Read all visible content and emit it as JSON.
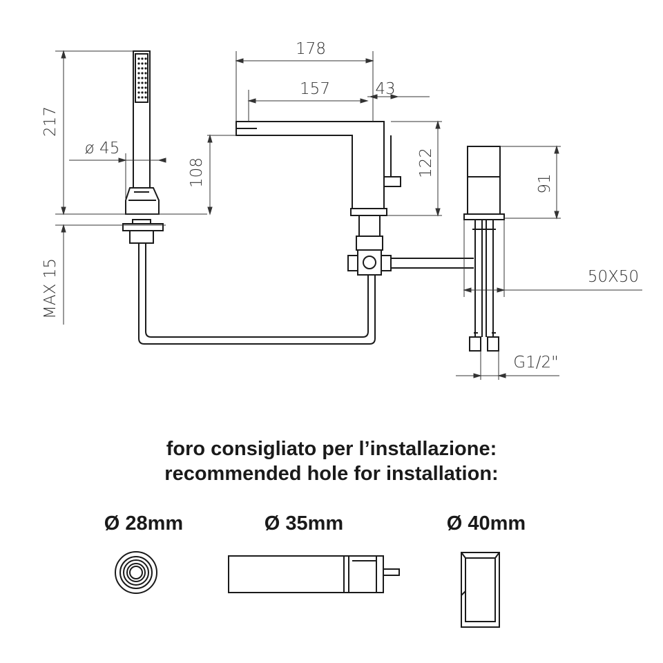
{
  "dimensions": {
    "width_total": "178",
    "spout_reach": "157",
    "lever_offset": "43",
    "shower_height": "217",
    "shower_diameter": "ø 45",
    "body_height": "108",
    "spout_height": "122",
    "handle_height": "91",
    "max_thickness": "MAX 15",
    "handle_base": "50X50",
    "thread": "G1/2\""
  },
  "installation": {
    "heading_it": "foro consigliato per l’installazione:",
    "heading_en": "recommended hole for installation:",
    "holes": [
      {
        "label": "Ø 28mm",
        "part": "hand-shower-base"
      },
      {
        "label": "Ø 35mm",
        "part": "spout-body"
      },
      {
        "label": "Ø 40mm",
        "part": "handle-block"
      }
    ]
  },
  "colors": {
    "line": "#1a1a1a",
    "text": "#333333"
  }
}
